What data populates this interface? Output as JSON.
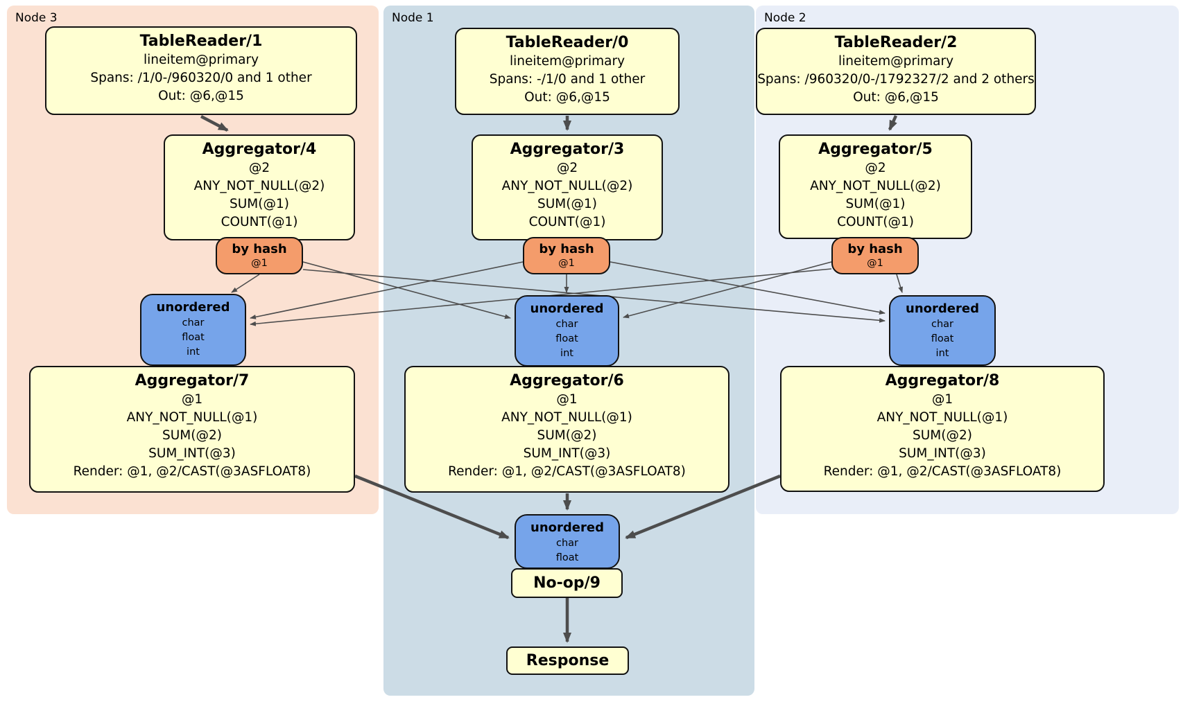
{
  "diagram": {
    "regions": {
      "node3": {
        "label": "Node 3"
      },
      "node1": {
        "label": "Node 1"
      },
      "node2": {
        "label": "Node 2"
      }
    },
    "processors": {
      "tr1": {
        "title": "TableReader/1",
        "lines": [
          "lineitem@primary",
          "Spans: /1/0-/960320/0 and 1 other",
          "Out: @6,@15"
        ]
      },
      "tr0": {
        "title": "TableReader/0",
        "lines": [
          "lineitem@primary",
          "Spans: -/1/0 and 1 other",
          "Out: @6,@15"
        ]
      },
      "tr2": {
        "title": "TableReader/2",
        "lines": [
          "lineitem@primary",
          "Spans: /960320/0-/1792327/2 and 2 others",
          "Out: @6,@15"
        ]
      },
      "agg4": {
        "title": "Aggregator/4",
        "lines": [
          "@2",
          "ANY_NOT_NULL(@2)",
          "SUM(@1)",
          "COUNT(@1)"
        ]
      },
      "agg3": {
        "title": "Aggregator/3",
        "lines": [
          "@2",
          "ANY_NOT_NULL(@2)",
          "SUM(@1)",
          "COUNT(@1)"
        ]
      },
      "agg5": {
        "title": "Aggregator/5",
        "lines": [
          "@2",
          "ANY_NOT_NULL(@2)",
          "SUM(@1)",
          "COUNT(@1)"
        ]
      },
      "agg7": {
        "title": "Aggregator/7",
        "lines": [
          "@1",
          "ANY_NOT_NULL(@1)",
          "SUM(@2)",
          "SUM_INT(@3)",
          "Render: @1, @2/CAST(@3ASFLOAT8)"
        ]
      },
      "agg6": {
        "title": "Aggregator/6",
        "lines": [
          "@1",
          "ANY_NOT_NULL(@1)",
          "SUM(@2)",
          "SUM_INT(@3)",
          "Render: @1, @2/CAST(@3ASFLOAT8)"
        ]
      },
      "agg8": {
        "title": "Aggregator/8",
        "lines": [
          "@1",
          "ANY_NOT_NULL(@1)",
          "SUM(@2)",
          "SUM_INT(@3)",
          "Render: @1, @2/CAST(@3ASFLOAT8)"
        ]
      },
      "noop": {
        "title": "No-op/9"
      },
      "response": {
        "title": "Response"
      }
    },
    "routers": {
      "bh4": {
        "title": "by hash",
        "sub": "@1"
      },
      "bh3": {
        "title": "by hash",
        "sub": "@1"
      },
      "bh5": {
        "title": "by hash",
        "sub": "@1"
      }
    },
    "syncs": {
      "un7": {
        "title": "unordered",
        "lines": [
          "char",
          "float",
          "int"
        ]
      },
      "un6": {
        "title": "unordered",
        "lines": [
          "char",
          "float",
          "int"
        ]
      },
      "un8": {
        "title": "unordered",
        "lines": [
          "char",
          "float",
          "int"
        ]
      },
      "unf": {
        "title": "unordered",
        "lines": [
          "char",
          "float"
        ]
      }
    },
    "colors": {
      "node3_bg": "#fbe1d2",
      "node1_bg": "#ccdce6",
      "node2_bg": "#e9eef8",
      "processor_fill": "#ffffd2",
      "router_fill": "#f49c6b",
      "sync_fill": "#76a4ea",
      "edge": "#4d4d4d",
      "border": "#111111"
    }
  }
}
